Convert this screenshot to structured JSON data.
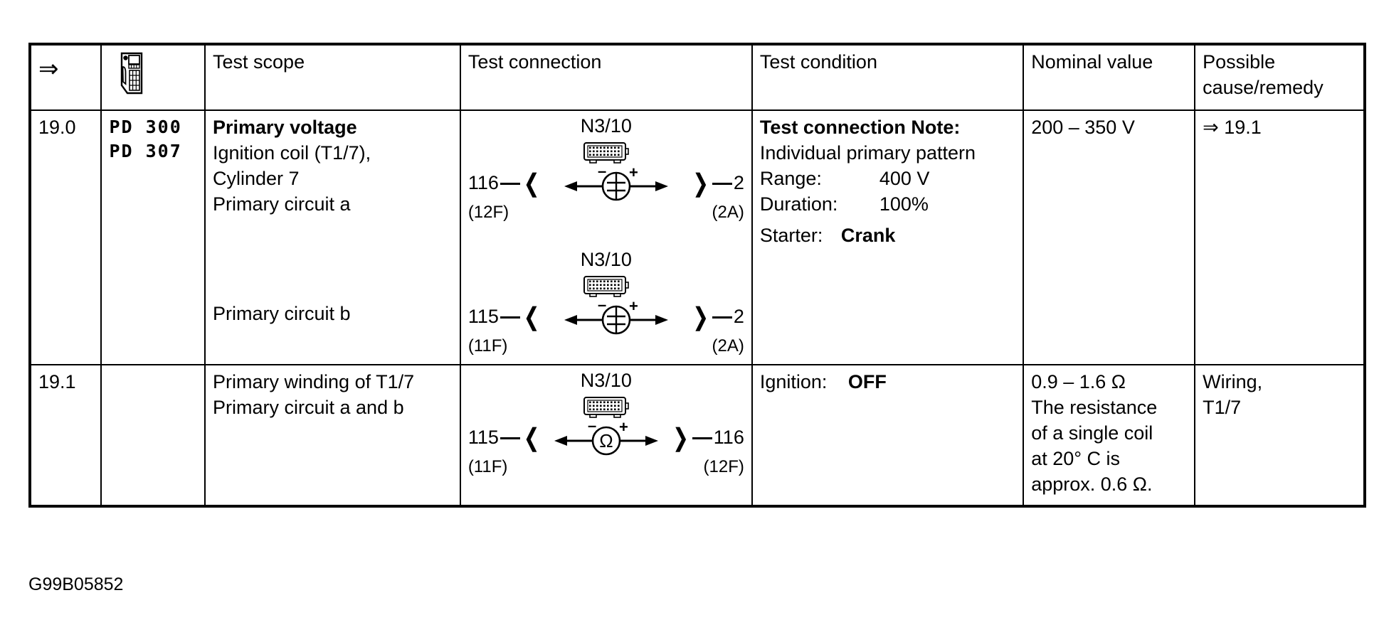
{
  "document": {
    "figure_code": "G99B05852"
  },
  "table": {
    "headers": {
      "step_icon": "double-arrow-icon",
      "device_icon": "handheld-scope-tester-icon",
      "test_scope": "Test scope",
      "test_connection": "Test connection",
      "test_condition": "Test condition",
      "nominal_value": "Nominal value",
      "possible_cause": "Possible\ncause/remedy",
      "possible_cause_line1": "Possible",
      "possible_cause_line2": "cause/remedy"
    },
    "rows": [
      {
        "step": "19.0",
        "codes": [
          "PD 300",
          "PD 307"
        ],
        "scope": {
          "title": "Primary voltage",
          "lines": [
            "Ignition coil (T1/7),",
            "Cylinder 7",
            "Primary circuit a"
          ],
          "second_label": "Primary circuit b"
        },
        "connections": [
          {
            "device": "N3/10",
            "device_icon": "connector-socket-icon",
            "meter_symbol": "voltage-meter-icon",
            "left_pin": "116",
            "left_sub": "(12F)",
            "right_pin": "2",
            "right_sub": "(2A)",
            "minus": "–",
            "plus": "+"
          },
          {
            "device": "N3/10",
            "device_icon": "connector-socket-icon",
            "meter_symbol": "voltage-meter-icon",
            "left_pin": "115",
            "left_sub": "(11F)",
            "right_pin": "2",
            "right_sub": "(2A)",
            "minus": "–",
            "plus": "+"
          }
        ],
        "condition": {
          "note_label": "Test connection Note:",
          "note_text": "Individual primary pattern",
          "range_label": "Range:",
          "range_value": "400 V",
          "duration_label": "Duration:",
          "duration_value": "100%",
          "starter_label": "Starter:",
          "starter_value": "Crank"
        },
        "nominal": [
          "200 – 350 V"
        ],
        "cause": [
          "⇒ 19.1"
        ]
      },
      {
        "step": "19.1",
        "codes": [],
        "scope": {
          "title": "",
          "lines": [
            "Primary winding of T1/7",
            "Primary circuit a and b"
          ],
          "second_label": ""
        },
        "connections": [
          {
            "device": "N3/10",
            "device_icon": "connector-socket-icon",
            "meter_symbol": "ohm-meter-icon",
            "meter_glyph": "Ω",
            "left_pin": "115",
            "left_sub": "(11F)",
            "right_pin": "116",
            "right_sub": "(12F)",
            "minus": "–",
            "plus": "+"
          }
        ],
        "condition": {
          "ignition_label": "Ignition:",
          "ignition_value": "OFF"
        },
        "nominal": [
          "0.9 – 1.6 Ω",
          "The resistance",
          "of a single coil",
          "at 20° C is",
          "approx. 0.6 Ω."
        ],
        "cause": [
          "Wiring,",
          "T1/7"
        ]
      }
    ]
  }
}
